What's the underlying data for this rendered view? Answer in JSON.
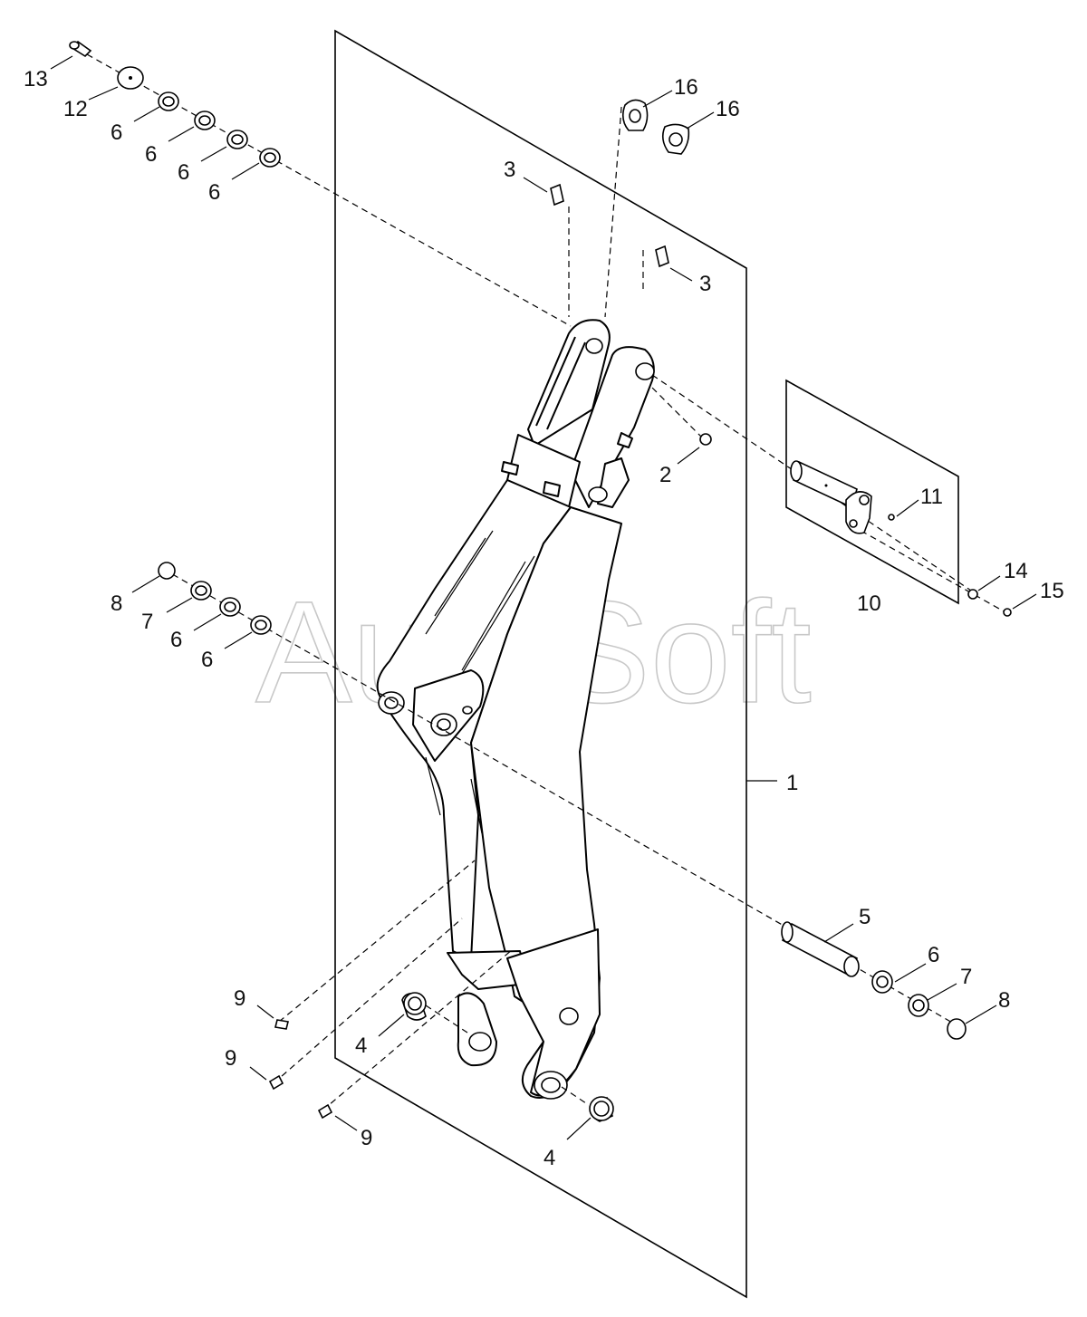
{
  "watermark": "AutoSoft",
  "callouts": [
    {
      "id": "c13",
      "text": "13"
    },
    {
      "id": "c12",
      "text": "12"
    },
    {
      "id": "c6a",
      "text": "6"
    },
    {
      "id": "c6b",
      "text": "6"
    },
    {
      "id": "c6c",
      "text": "6"
    },
    {
      "id": "c6d",
      "text": "6"
    },
    {
      "id": "c16a",
      "text": "16"
    },
    {
      "id": "c16b",
      "text": "16"
    },
    {
      "id": "c3a",
      "text": "3"
    },
    {
      "id": "c3b",
      "text": "3"
    },
    {
      "id": "c2",
      "text": "2"
    },
    {
      "id": "c11",
      "text": "11"
    },
    {
      "id": "c10",
      "text": "10"
    },
    {
      "id": "c14",
      "text": "14"
    },
    {
      "id": "c15",
      "text": "15"
    },
    {
      "id": "c8a",
      "text": "8"
    },
    {
      "id": "c7a",
      "text": "7"
    },
    {
      "id": "c6e",
      "text": "6"
    },
    {
      "id": "c6f",
      "text": "6"
    },
    {
      "id": "c1",
      "text": "1"
    },
    {
      "id": "c5",
      "text": "5"
    },
    {
      "id": "c6g",
      "text": "6"
    },
    {
      "id": "c7b",
      "text": "7"
    },
    {
      "id": "c8b",
      "text": "8"
    },
    {
      "id": "c9a",
      "text": "9"
    },
    {
      "id": "c9b",
      "text": "9"
    },
    {
      "id": "c9c",
      "text": "9"
    },
    {
      "id": "c4a",
      "text": "4"
    },
    {
      "id": "c4b",
      "text": "4"
    }
  ]
}
